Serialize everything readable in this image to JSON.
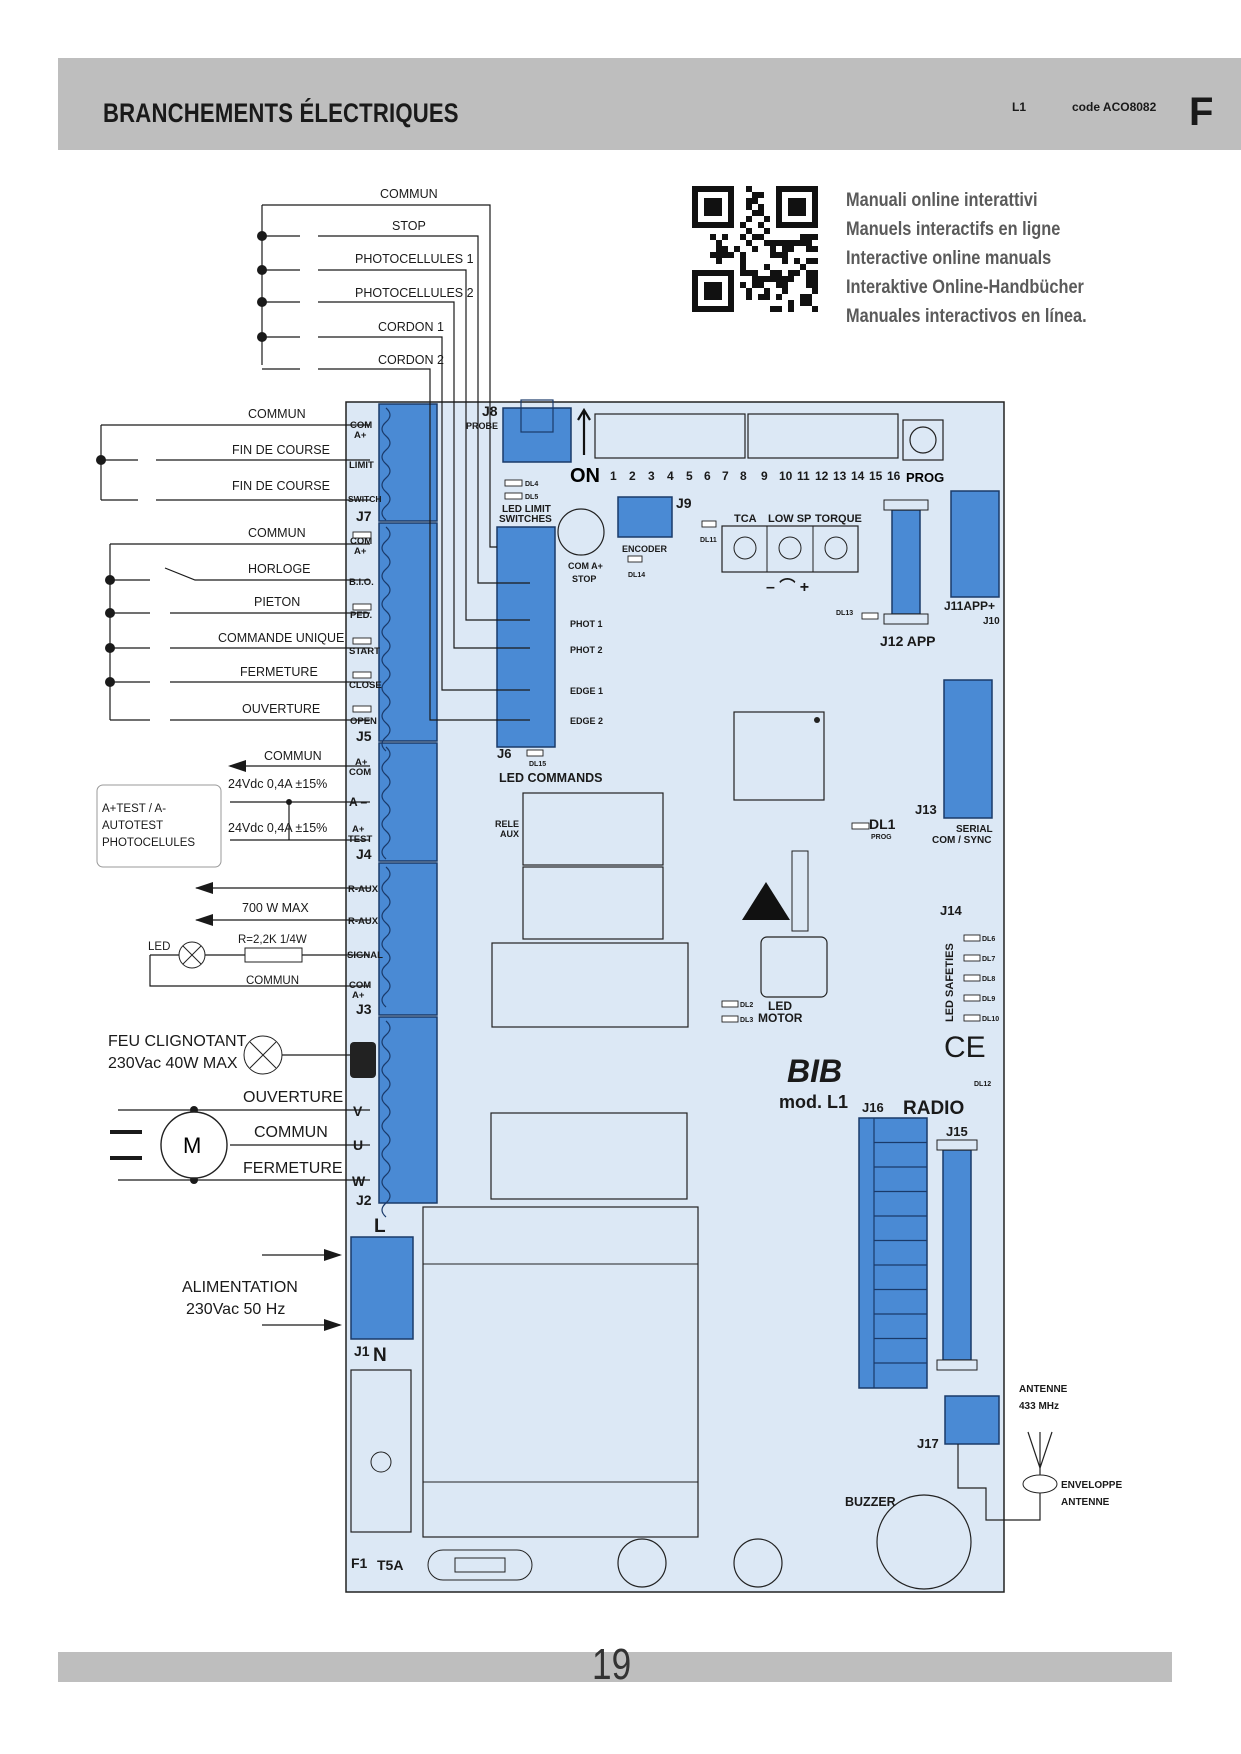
{
  "header": {
    "title": "BRANCHEMENTS ÉLECTRIQUES",
    "model": "L1",
    "code": "code ACO8082",
    "language": "F"
  },
  "manuals": {
    "lines": [
      "Manuali online interattivi",
      "Manuels interactifs en ligne",
      "Interactive online manuals",
      "Interaktive Online-Handbücher",
      "Manuales interactivos en línea."
    ]
  },
  "left_labels": {
    "j8": [
      "COMMUN",
      "STOP",
      "PHOTOCELLULES 1",
      "PHOTOCELLULES 2",
      "CORDON 1",
      "CORDON 2"
    ],
    "j7": [
      "COMMUN",
      "FIN DE COURSE",
      "FIN DE COURSE"
    ],
    "j5": [
      "COMMUN",
      "HORLOGE",
      "PIETON",
      "COMMANDE UNIQUE",
      "FERMETURE",
      "OUVERTURE"
    ],
    "j4": [
      "COMMUN",
      "24Vdc 0,4A ±15%",
      "24Vdc 0,4A ±15%"
    ],
    "autotest": [
      "A+TEST / A-",
      "AUTOTEST",
      "PHOTOCELULES"
    ],
    "j3": [
      "700 W MAX",
      "LED",
      "R=2,2K 1/4W",
      "COMMUN"
    ],
    "flash": [
      "FEU CLIGNOTANT",
      "230Vac 40W MAX"
    ],
    "motor": [
      "OUVERTURE",
      "COMMUN",
      "FERMETURE",
      "M"
    ],
    "power": [
      "ALIMENTATION",
      "230Vac 50 Hz"
    ]
  },
  "terminals": {
    "j7": [
      "COM",
      "A+",
      "LIMIT",
      "SWITCH",
      "J7"
    ],
    "j5": [
      "COM",
      "A+",
      "B.I.O.",
      "PED.",
      "START",
      "CLOSE",
      "OPEN",
      "J5"
    ],
    "j4": [
      "A+",
      "COM",
      "A –",
      "A+",
      "TEST",
      "J4"
    ],
    "j3": [
      "R-AUX",
      "R-AUX",
      "SIGNAL",
      "COM",
      "A+",
      "J3"
    ],
    "j2": [
      "V",
      "U",
      "W",
      "J2"
    ],
    "j1": [
      "L",
      "J1",
      "N"
    ],
    "fuse": [
      "F1",
      "T5A"
    ]
  },
  "board": {
    "j8": "J8",
    "probe": "PROBE",
    "on": "ON",
    "dip_numbers": [
      "1",
      "2",
      "3",
      "4",
      "5",
      "6",
      "7",
      "8",
      "9",
      "10",
      "11",
      "12",
      "13",
      "14",
      "15",
      "16"
    ],
    "prog": "PROG",
    "dl4": "DL4",
    "dl5": "DL5",
    "led_limit": [
      "LED LIMIT",
      "SWITCHES"
    ],
    "j9": "J9",
    "encoder": "ENCODER",
    "com_stop": [
      "COM A+",
      "STOP"
    ],
    "dl14": "DL14",
    "dl11": "DL11",
    "trimmers": [
      "TCA",
      "LOW SP",
      "TORQUE"
    ],
    "minus_plus": "– ⌒ +",
    "dl13": "DL13",
    "j12": "J12 APP",
    "j11": "J11APP+",
    "j10": "J10",
    "j6_inputs": [
      "PHOT 1",
      "PHOT 2",
      "EDGE 1",
      "EDGE 2"
    ],
    "j6": "J6",
    "dl15": "DL15",
    "led_commands": "LED COMMANDS",
    "rele_aux": [
      "RELE",
      "AUX"
    ],
    "dl1": "DL1",
    "dl1_prog": "PROG",
    "j13": "J13",
    "serial": [
      "SERIAL",
      "COM / SYNC"
    ],
    "j14": "J14",
    "safety_leds": [
      "DL6",
      "DL7",
      "DL8",
      "DL9",
      "DL10"
    ],
    "led_safeties": "LED SAFETIES",
    "ce": "CE",
    "dl2": "DL2",
    "dl3": "DL3",
    "led_motor": [
      "LED",
      "MOTOR"
    ],
    "logo": "BIB",
    "model_name": "mod. L1",
    "dl12": "DL12",
    "j16": "J16",
    "radio": "RADIO",
    "j15": "J15",
    "antenna": [
      "ANTENNE",
      "433 MHz"
    ],
    "j17": "J17",
    "envelope": [
      "ENVELOPPE",
      "ANTENNE"
    ],
    "buzzer": "BUZZER"
  },
  "footer": {
    "page": "19"
  },
  "colors": {
    "board_fill": "#dce8f5",
    "terminal_blue": "#4a8ad4",
    "header_gray": "#bebebe",
    "line": "#1a1a1a"
  }
}
